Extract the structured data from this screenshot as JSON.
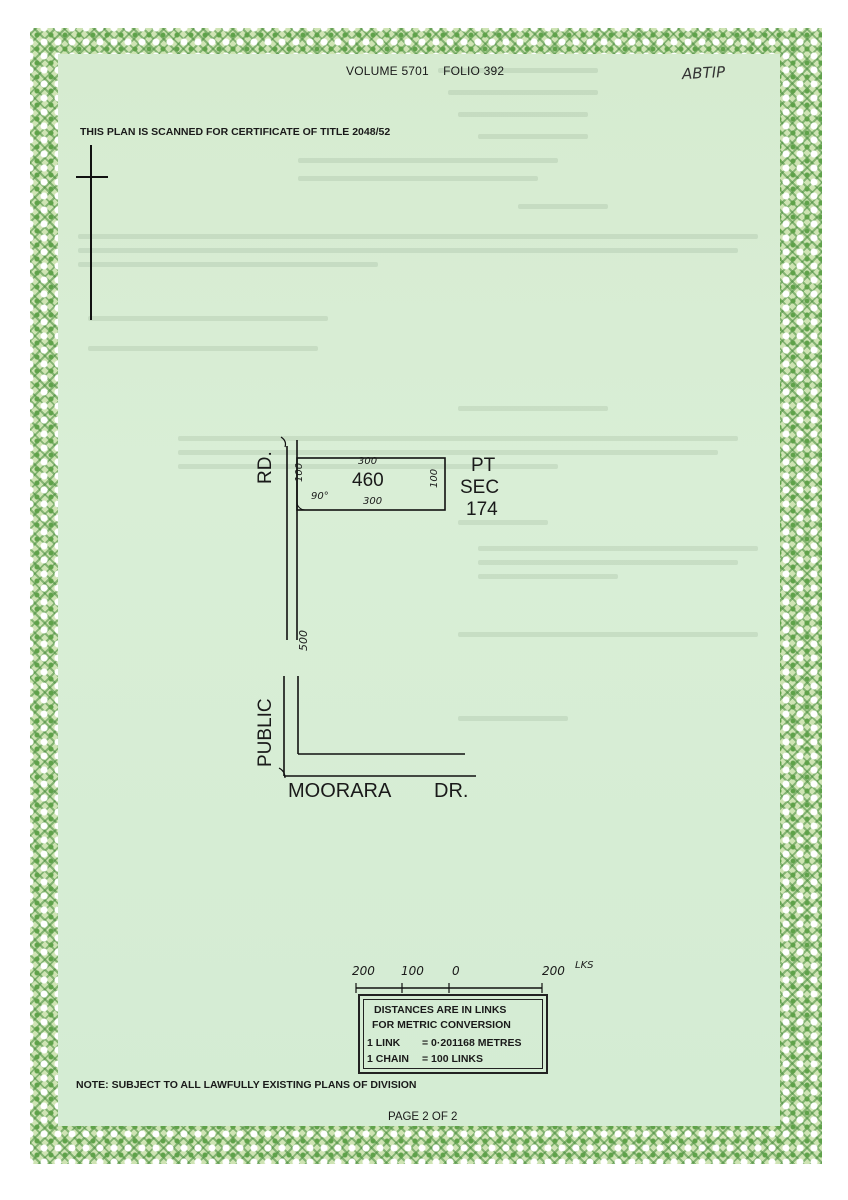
{
  "header": {
    "volume_label": "VOLUME",
    "volume_no": "5701",
    "folio_label": "FOLIO",
    "folio_no": "392",
    "handwritten_ref": "ABTIP"
  },
  "scan_note": "THIS PLAN IS SCANNED FOR CERTIFICATE OF TITLE 2048/52",
  "plan": {
    "lot_number": "460",
    "parcel": [
      "PT",
      "SEC",
      "174"
    ],
    "dim_top": "300",
    "dim_bottom": "300",
    "dim_left": "100",
    "dim_right": "100",
    "angle": "90°",
    "road_length": "500",
    "road_left_name": "PUBLIC",
    "road_left_suffix": "RD.",
    "road_bottom_name": "MOORARA",
    "road_bottom_suffix": "DR."
  },
  "scale_bar": {
    "labels": [
      "200",
      "100",
      "0",
      "200"
    ],
    "unit": "LKS"
  },
  "scale_box": {
    "line1": "DISTANCES ARE IN LINKS",
    "line2": "FOR METRIC CONVERSION",
    "line3_label": "1 LINK",
    "line3_value": "= 0·201168 METRES",
    "line4_label": "1 CHAIN",
    "line4_value": "= 100 LINKS"
  },
  "footer_note": "NOTE: SUBJECT TO ALL LAWFULLY EXISTING PLANS OF DIVISION",
  "page_label": "PAGE 2 OF 2"
}
